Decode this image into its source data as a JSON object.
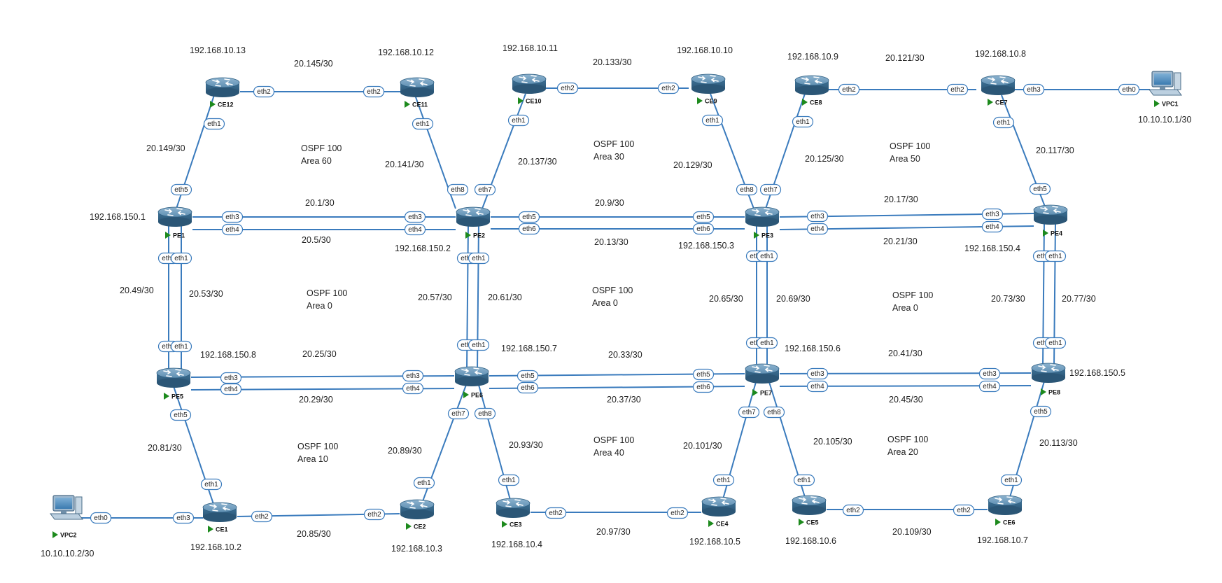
{
  "colors": {
    "link": "#3a7bbd",
    "router_top": "#6a9bbd",
    "router_body": "#3d6f93",
    "play": "#1d8a1d"
  },
  "nodes": {
    "PE1": {
      "name": "PE1",
      "ip": "192.168.150.1",
      "icon": "router-icon"
    },
    "PE2": {
      "name": "PE2",
      "ip": "192.168.150.2",
      "icon": "router-icon"
    },
    "PE3": {
      "name": "PE3",
      "ip": "192.168.150.3",
      "icon": "router-icon"
    },
    "PE4": {
      "name": "PE4",
      "ip": "192.168.150.4",
      "icon": "router-icon"
    },
    "PE5": {
      "name": "PE5",
      "ip": "192.168.150.8",
      "icon": "router-icon"
    },
    "PE6": {
      "name": "PE6",
      "ip": "192.168.150.7",
      "icon": "router-icon"
    },
    "PE7": {
      "name": "PE7",
      "ip": "192.168.150.6",
      "icon": "router-icon"
    },
    "PE8": {
      "name": "PE8",
      "ip": "192.168.150.5",
      "icon": "router-icon"
    },
    "CE12": {
      "name": "CE12",
      "ip": "192.168.10.13",
      "icon": "router-icon"
    },
    "CE11": {
      "name": "CE11",
      "ip": "192.168.10.12",
      "icon": "router-icon"
    },
    "CE10": {
      "name": "CE10",
      "ip": "192.168.10.11",
      "icon": "router-icon"
    },
    "CE9": {
      "name": "CE9",
      "ip": "192.168.10.10",
      "icon": "router-icon"
    },
    "CE8": {
      "name": "CE8",
      "ip": "192.168.10.9",
      "icon": "router-icon"
    },
    "CE7": {
      "name": "CE7",
      "ip": "192.168.10.8",
      "icon": "router-icon"
    },
    "CE1": {
      "name": "CE1",
      "ip": "192.168.10.2",
      "icon": "router-icon"
    },
    "CE2": {
      "name": "CE2",
      "ip": "192.168.10.3",
      "icon": "router-icon"
    },
    "CE3": {
      "name": "CE3",
      "ip": "192.168.10.4",
      "icon": "router-icon"
    },
    "CE4": {
      "name": "CE4",
      "ip": "192.168.10.5",
      "icon": "router-icon"
    },
    "CE5": {
      "name": "CE5",
      "ip": "192.168.10.6",
      "icon": "router-icon"
    },
    "CE6": {
      "name": "CE6",
      "ip": "192.168.10.7",
      "icon": "router-icon"
    },
    "VPC1": {
      "name": "VPC1",
      "ip": "10.10.10.1/30",
      "icon": "pc-icon"
    },
    "VPC2": {
      "name": "VPC2",
      "ip": "10.10.10.2/30",
      "icon": "pc-icon"
    }
  },
  "links": [
    {
      "from": "CE12",
      "from_port": "eth2",
      "to": "CE11",
      "to_port": "eth2",
      "subnet": "20.145/30"
    },
    {
      "from": "CE12",
      "from_port": "eth1",
      "to": "PE1",
      "to_port": "eth5",
      "subnet": "20.149/30"
    },
    {
      "from": "CE11",
      "from_port": "eth1",
      "to": "PE2",
      "to_port": "eth8",
      "subnet": "20.141/30"
    },
    {
      "from": "CE10",
      "from_port": "eth2",
      "to": "CE9",
      "to_port": "eth2",
      "subnet": "20.133/30"
    },
    {
      "from": "CE10",
      "from_port": "eth1",
      "to": "PE2",
      "to_port": "eth7",
      "subnet": "20.137/30"
    },
    {
      "from": "CE9",
      "from_port": "eth1",
      "to": "PE3",
      "to_port": "eth8",
      "subnet": "20.129/30"
    },
    {
      "from": "CE8",
      "from_port": "eth2",
      "to": "CE7",
      "to_port": "eth2",
      "subnet": "20.121/30"
    },
    {
      "from": "CE8",
      "from_port": "eth1",
      "to": "PE3",
      "to_port": "eth7",
      "subnet": "20.125/30"
    },
    {
      "from": "CE7",
      "from_port": "eth1",
      "to": "PE4",
      "to_port": "eth5",
      "subnet": "20.117/30"
    },
    {
      "from": "CE7",
      "from_port": "eth3",
      "to": "VPC1",
      "to_port": "eth0",
      "subnet": ""
    },
    {
      "from": "PE1",
      "from_port": "eth3",
      "to": "PE2",
      "to_port": "eth3",
      "subnet": "20.1/30"
    },
    {
      "from": "PE1",
      "from_port": "eth4",
      "to": "PE2",
      "to_port": "eth4",
      "subnet": "20.5/30"
    },
    {
      "from": "PE2",
      "from_port": "eth5",
      "to": "PE3",
      "to_port": "eth5",
      "subnet": "20.9/30"
    },
    {
      "from": "PE2",
      "from_port": "eth6",
      "to": "PE3",
      "to_port": "eth6",
      "subnet": "20.13/30"
    },
    {
      "from": "PE3",
      "from_port": "eth3",
      "to": "PE4",
      "to_port": "eth3",
      "subnet": "20.17/30"
    },
    {
      "from": "PE3",
      "from_port": "eth4",
      "to": "PE4",
      "to_port": "eth4",
      "subnet": "20.21/30"
    },
    {
      "from": "PE1",
      "from_port": "eth2",
      "to": "PE5",
      "to_port": "eth2",
      "subnet": "20.49/30"
    },
    {
      "from": "PE1",
      "from_port": "eth1",
      "to": "PE5",
      "to_port": "eth1",
      "subnet": "20.53/30"
    },
    {
      "from": "PE2",
      "from_port": "eth2",
      "to": "PE6",
      "to_port": "eth2",
      "subnet": "20.57/30"
    },
    {
      "from": "PE2",
      "from_port": "eth1",
      "to": "PE6",
      "to_port": "eth1",
      "subnet": "20.61/30"
    },
    {
      "from": "PE3",
      "from_port": "eth2",
      "to": "PE7",
      "to_port": "eth2",
      "subnet": "20.65/30"
    },
    {
      "from": "PE3",
      "from_port": "eth1",
      "to": "PE7",
      "to_port": "eth1",
      "subnet": "20.69/30"
    },
    {
      "from": "PE4",
      "from_port": "eth2",
      "to": "PE8",
      "to_port": "eth2",
      "subnet": "20.73/30"
    },
    {
      "from": "PE4",
      "from_port": "eth1",
      "to": "PE8",
      "to_port": "eth1",
      "subnet": "20.77/30"
    },
    {
      "from": "PE5",
      "from_port": "eth3",
      "to": "PE6",
      "to_port": "eth3",
      "subnet": "20.25/30"
    },
    {
      "from": "PE5",
      "from_port": "eth4",
      "to": "PE6",
      "to_port": "eth4",
      "subnet": "20.29/30"
    },
    {
      "from": "PE6",
      "from_port": "eth5",
      "to": "PE7",
      "to_port": "eth5",
      "subnet": "20.33/30"
    },
    {
      "from": "PE6",
      "from_port": "eth6",
      "to": "PE7",
      "to_port": "eth6",
      "subnet": "20.37/30"
    },
    {
      "from": "PE7",
      "from_port": "eth3",
      "to": "PE8",
      "to_port": "eth3",
      "subnet": "20.41/30"
    },
    {
      "from": "PE7",
      "from_port": "eth4",
      "to": "PE8",
      "to_port": "eth4",
      "subnet": "20.45/30"
    },
    {
      "from": "PE5",
      "from_port": "eth5",
      "to": "CE1",
      "to_port": "eth1",
      "subnet": "20.81/30"
    },
    {
      "from": "PE6",
      "from_port": "eth7",
      "to": "CE2",
      "to_port": "eth1",
      "subnet": "20.89/30"
    },
    {
      "from": "PE6",
      "from_port": "eth8",
      "to": "CE3",
      "to_port": "eth1",
      "subnet": "20.93/30"
    },
    {
      "from": "PE7",
      "from_port": "eth7",
      "to": "CE4",
      "to_port": "eth1",
      "subnet": "20.101/30"
    },
    {
      "from": "PE7",
      "from_port": "eth8",
      "to": "CE5",
      "to_port": "eth1",
      "subnet": "20.105/30"
    },
    {
      "from": "PE8",
      "from_port": "eth5",
      "to": "CE6",
      "to_port": "eth1",
      "subnet": "20.113/30"
    },
    {
      "from": "VPC2",
      "from_port": "eth0",
      "to": "CE1",
      "to_port": "eth3",
      "subnet": ""
    },
    {
      "from": "CE1",
      "from_port": "eth2",
      "to": "CE2",
      "to_port": "eth2",
      "subnet": "20.85/30"
    },
    {
      "from": "CE3",
      "from_port": "eth2",
      "to": "CE4",
      "to_port": "eth2",
      "subnet": "20.97/30"
    },
    {
      "from": "CE5",
      "from_port": "eth2",
      "to": "CE6",
      "to_port": "eth2",
      "subnet": "20.109/30"
    }
  ],
  "areas": [
    {
      "ospf": "OSPF 100",
      "area": "Area 60"
    },
    {
      "ospf": "OSPF 100",
      "area": "Area 30"
    },
    {
      "ospf": "OSPF 100",
      "area": "Area 50"
    },
    {
      "ospf": "OSPF 100",
      "area": "Area 0"
    },
    {
      "ospf": "OSPF 100",
      "area": "Area 0"
    },
    {
      "ospf": "OSPF 100",
      "area": "Area 0"
    },
    {
      "ospf": "OSPF 100",
      "area": "Area 10"
    },
    {
      "ospf": "OSPF 100",
      "area": "Area 40"
    },
    {
      "ospf": "OSPF 100",
      "area": "Area 20"
    }
  ]
}
